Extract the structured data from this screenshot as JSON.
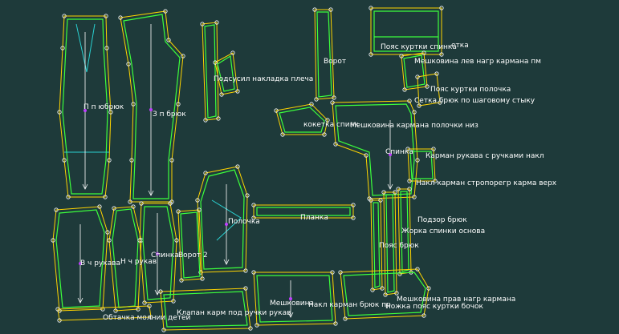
{
  "colors": {
    "background": "#1e3a3a",
    "outline": "#ffd400",
    "seam": "#3cff3c",
    "grain": "#ffffff",
    "aux": "#2ad0d0",
    "marker": "#c040ff",
    "label": "#ffffff"
  },
  "pieces": [
    {
      "label": "П п юбрюк"
    },
    {
      "label": "З п брюк"
    },
    {
      "label": "Подсусил накладка плеча"
    },
    {
      "label": "Ворот"
    },
    {
      "label": "Пояс куртки спинка"
    },
    {
      "label": "етка"
    },
    {
      "label": "Мешковина лев нагр кармана пм"
    },
    {
      "label": "Пояс куртки полочка"
    },
    {
      "label": "Сетка брюк по шаговому стыку"
    },
    {
      "label": "кокетка спинк"
    },
    {
      "label": "Мешковина кармана полочки низ"
    },
    {
      "label": "Спинка"
    },
    {
      "label": "Карман рукава с ручками накл"
    },
    {
      "label": "Накл карман стропорегр карма верх"
    },
    {
      "label": "Планка"
    },
    {
      "label": "Полочка"
    },
    {
      "label": "Подзор брюк"
    },
    {
      "label": "Жорка спинки основа"
    },
    {
      "label": "Пояс брюк"
    },
    {
      "label": "В ч рукава"
    },
    {
      "label": "Н ч рукав"
    },
    {
      "label": "Спинка"
    },
    {
      "label": "Ворот 2"
    },
    {
      "label": "Мешковина прав нагр кармана"
    },
    {
      "label": "Мешковина"
    },
    {
      "label": "Накл карман брюк пр"
    },
    {
      "label": "Ножка пояс куртки бочок"
    },
    {
      "label": "Обтачка молнии детей"
    },
    {
      "label": "Клапан карм под ручки рукав"
    }
  ]
}
